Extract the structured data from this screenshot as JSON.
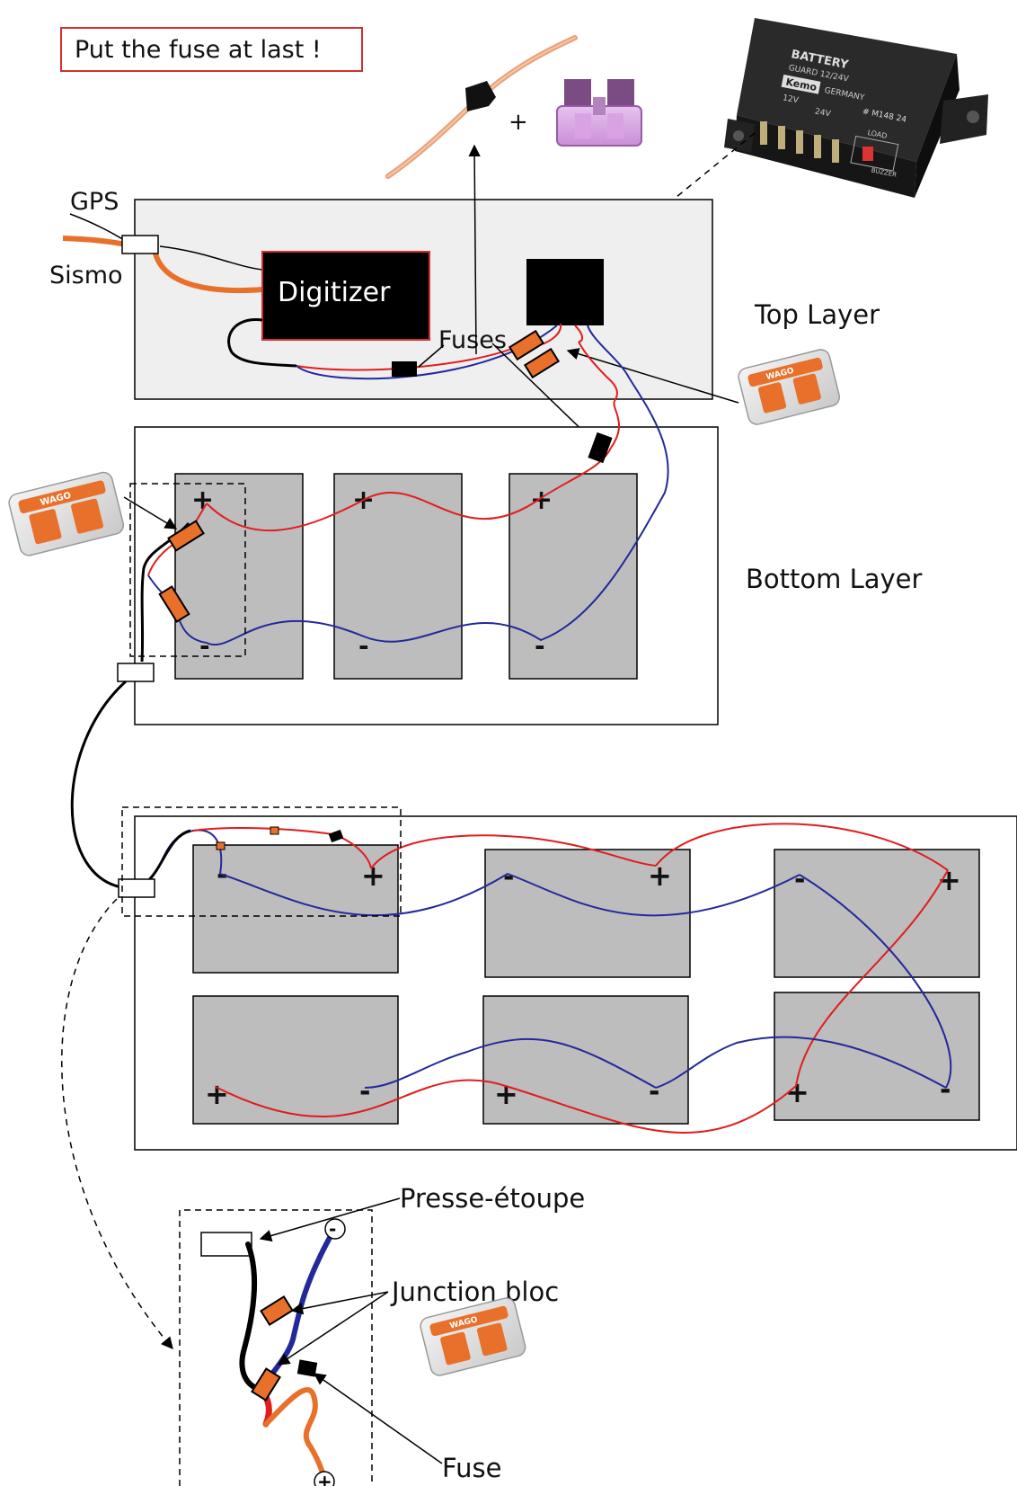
{
  "warning": {
    "text": "Put the fuse at last !",
    "color": "#d32f2f"
  },
  "labels": {
    "gps": "GPS",
    "sismo": "Sismo",
    "digitizer": "Digitizer",
    "fuses": "Fuses",
    "top_layer": "Top Layer",
    "bottom_layer": "Bottom Layer",
    "presse_etoupe": "Presse-étoupe",
    "junction_bloc": "Junction bloc",
    "fuse": "Fuse",
    "plus_sign": "+"
  },
  "battery_guard": {
    "title": "BATTERY",
    "subtitle": "GUARD 12/24V",
    "brand": "Kemo",
    "origin": "GERMANY",
    "model": "# M148 24",
    "v12": "12V",
    "v24": "24V",
    "load": "LOAD",
    "buzzer": "BUZZER"
  },
  "wago": {
    "text": "WAGO"
  },
  "terminals": {
    "plus": "+",
    "minus": "-"
  },
  "colors": {
    "positive_wire": "#e11d1d",
    "negative_wire": "#23299a",
    "cable_orange": "#e8702a",
    "junction_orange": "#e8702a",
    "battery_fill": "#bdbdbd",
    "layer_fill": "#efefef",
    "digitizer_border": "#d32f2f"
  }
}
